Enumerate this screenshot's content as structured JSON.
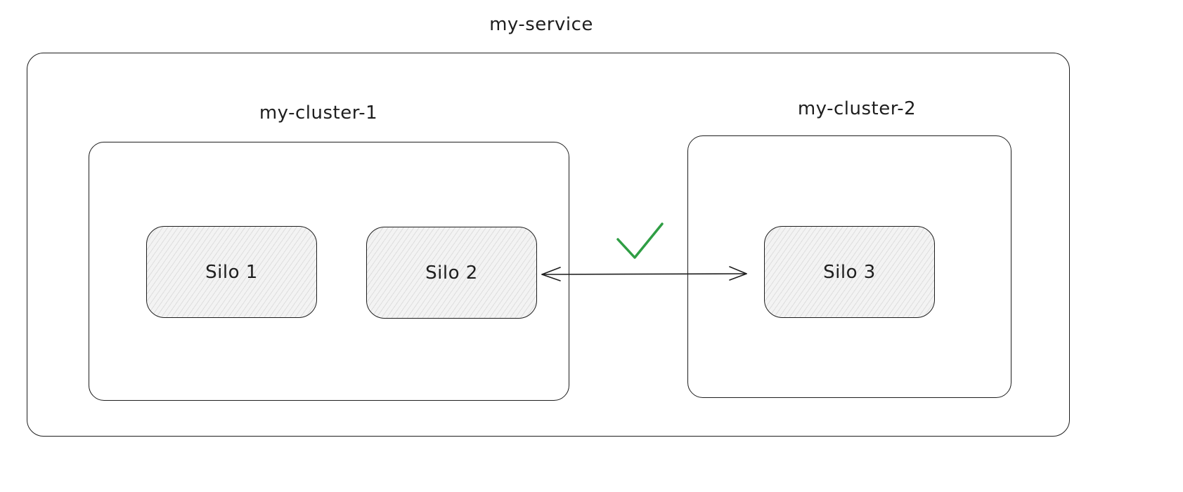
{
  "service": {
    "title": "my-service"
  },
  "clusters": [
    {
      "title": "my-cluster-1",
      "silos": [
        "Silo 1",
        "Silo 2"
      ]
    },
    {
      "title": "my-cluster-2",
      "silos": [
        "Silo 3"
      ]
    }
  ],
  "connection": {
    "status_icon": "check-icon",
    "status_color": "#2f9e44",
    "line_color": "#1e1e1e"
  }
}
